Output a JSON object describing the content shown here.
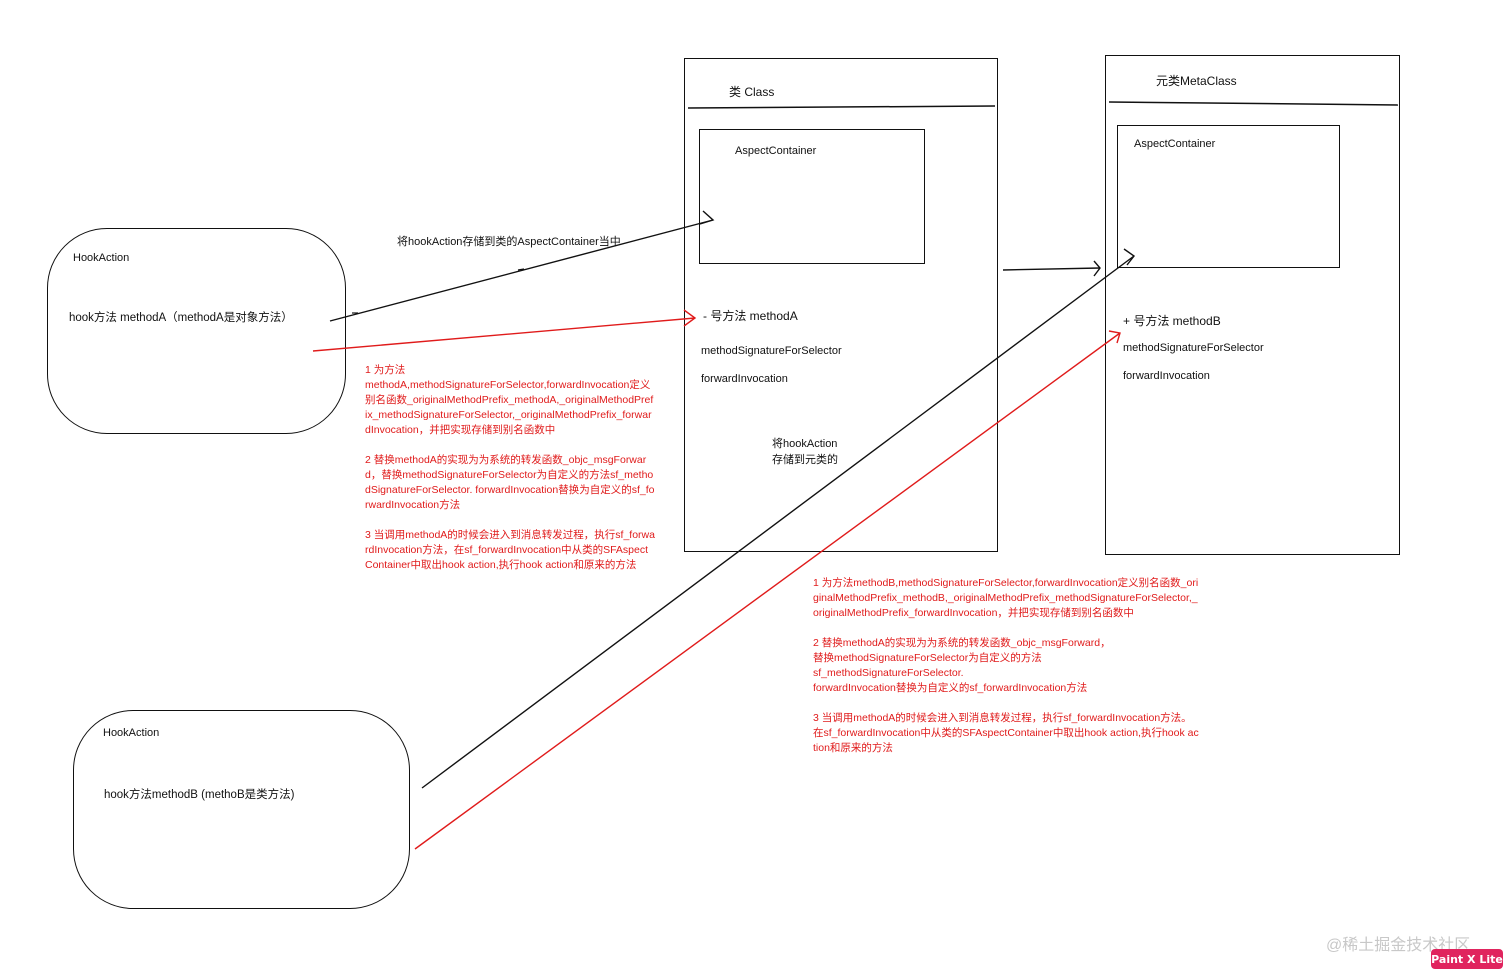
{
  "class_box": {
    "title": "类 Class",
    "container_label": "AspectContainer",
    "method_label": "- 号方法 methodA",
    "sig_label": "methodSignatureForSelector",
    "fwd_label": "forwardInvocation"
  },
  "meta_box": {
    "title": "元类MetaClass",
    "container_label": "AspectContainer",
    "method_label": "+ 号方法 methodB",
    "sig_label": "methodSignatureForSelector",
    "fwd_label": "forwardInvocation"
  },
  "hook_a": {
    "title": "HookAction",
    "desc": "hook方法 methodA（methodA是对象方法）"
  },
  "hook_b": {
    "title": "HookAction",
    "desc": "hook方法methodB (methoB是类方法)"
  },
  "arrow_label_class": "将hookAction存储到类的AspectContainer当中",
  "arrow_label_meta_1": "将hookAction",
  "arrow_label_meta_2": "存储到元类的",
  "notes_a": {
    "step1_l1": "1 为方法",
    "step1_l2": "methodA,methodSignatureForSelector,forwardInvocation定义别名函数_originalMethodPrefix_methodA,_originalMethodPrefix_methodSignatureForSelector,_originalMethodPrefix_forwardInvocation，并把实现存储到别名函数中",
    "step2": "2 替换methodA的实现为为系统的转发函数_objc_msgForward，替换methodSignatureForSelector为自定义的方法sf_methodSignatureForSelector. forwardInvocation替换为自定义的sf_forwardInvocation方法",
    "step3": "3 当调用methodA的时候会进入到消息转发过程，执行sf_forwardInvocation方法，在sf_forwardInvocation中从类的SFAspectContainer中取出hook action,执行hook action和原来的方法"
  },
  "notes_b": {
    "step1": "1 为方法methodB,methodSignatureForSelector,forwardInvocation定义别名函数_originalMethodPrefix_methodB,_originalMethodPrefix_methodSignatureForSelector,_originalMethodPrefix_forwardInvocation，并把实现存储到别名函数中",
    "step2_l1": "2 替换methodA的实现为为系统的转发函数_objc_msgForward，",
    "step2_l2": "替换methodSignatureForSelector为自定义的方法",
    "step2_l3": "sf_methodSignatureForSelector.",
    "step2_l4": "forwardInvocation替换为自定义的sf_forwardInvocation方法",
    "step3": "3 当调用methodA的时候会进入到消息转发过程，执行sf_forwardInvocation方法。在sf_forwardInvocation中从类的SFAspectContainer中取出hook action,执行hook action和原来的方法"
  },
  "watermark": "@稀土掘金技术社区",
  "badge": "Paint X Lite",
  "colors": {
    "line": "#111111",
    "red": "#e01b1b"
  }
}
